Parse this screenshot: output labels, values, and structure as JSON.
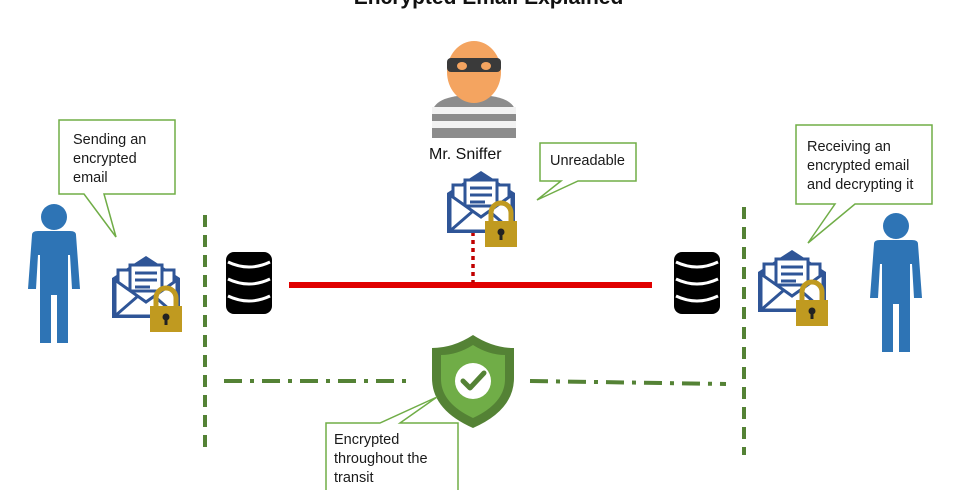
{
  "title": "Encrypted Email Explained",
  "sniffer": {
    "label": "Mr. Sniffer",
    "icon": "hacker-icon"
  },
  "callouts": {
    "sender": "Sending an\nencrypted\nemail",
    "unreadable": "Unreadable",
    "receiver": "Receiving an\nencrypted email\nand decrypting it",
    "transit": "Encrypted\nthroughout the\ntransit"
  },
  "colors": {
    "person": "#2e74b5",
    "envelope": "#2f5597",
    "lock": "#c09a20",
    "callout_border": "#70ad47",
    "dashed_line": "#548235",
    "channel": "#e00000",
    "shield": "#548235"
  }
}
